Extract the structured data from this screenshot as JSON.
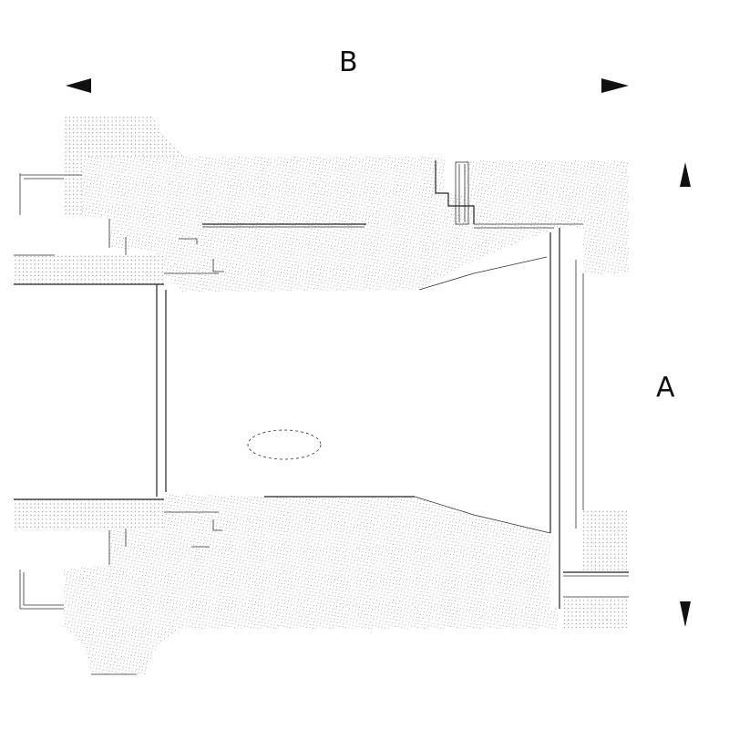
{
  "drawing": {
    "type": "cross-section technical drawing",
    "dimension_labels": {
      "width": "B",
      "height": "A"
    },
    "hatch_color": "#9a9a9a",
    "line_color": "#222222",
    "background": "#ffffff"
  }
}
